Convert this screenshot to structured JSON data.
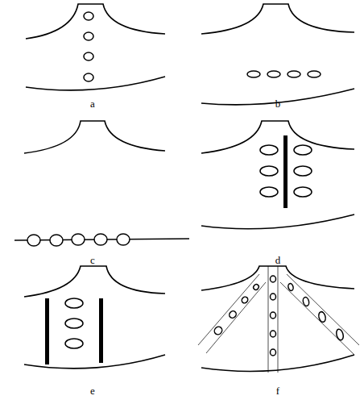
{
  "diagram": {
    "labels": [
      "a",
      "b",
      "c",
      "d",
      "e",
      "f"
    ]
  }
}
